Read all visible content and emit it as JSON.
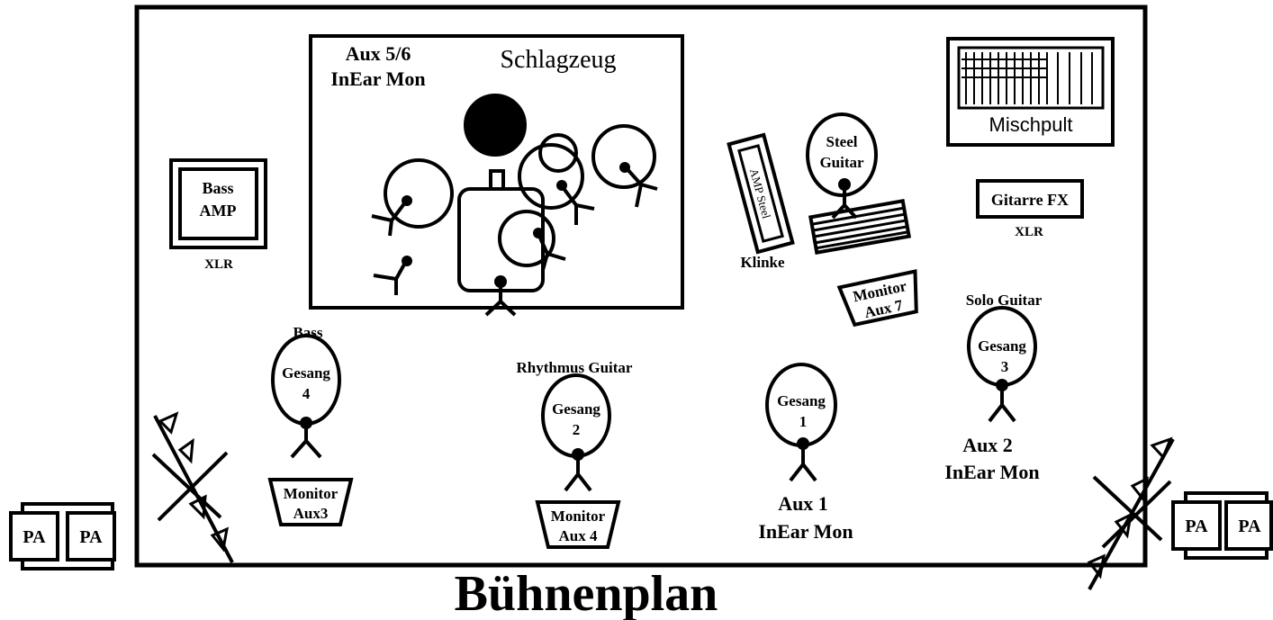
{
  "title": "Bühnenplan",
  "colors": {
    "ink": "#000000",
    "paper": "#ffffff"
  },
  "drums": {
    "title": "Schlagzeug",
    "monitor_line1": "Aux 5/6",
    "monitor_line2": "InEar Mon"
  },
  "bass_amp": {
    "line1": "Bass",
    "line2": "AMP",
    "connector": "XLR"
  },
  "amp_steel": {
    "label": "AMP Steel",
    "connector": "Klinke"
  },
  "steel_guitar": {
    "line1": "Steel",
    "line2": "Guitar"
  },
  "mixer": {
    "label": "Mischpult"
  },
  "guitar_fx": {
    "label": "Gitarre FX",
    "connector": "XLR"
  },
  "monitor_aux7": {
    "line1": "Monitor",
    "line2": "Aux 7"
  },
  "solo_guitar": {
    "role": "Solo Guitar",
    "line1": "Gesang",
    "line2": "3",
    "monitor_line1": "Aux 2",
    "monitor_line2": "InEar Mon"
  },
  "bass": {
    "role": "Bass",
    "line1": "Gesang",
    "line2": "4",
    "monitor_line1": "Monitor",
    "monitor_line2": "Aux3"
  },
  "rhythm_guitar": {
    "role": "Rhythmus Guitar",
    "line1": "Gesang",
    "line2": "2",
    "monitor_line1": "Monitor",
    "monitor_line2": "Aux 4"
  },
  "lead_vocal": {
    "line1": "Gesang",
    "line2": "1",
    "monitor_line1": "Aux 1",
    "monitor_line2": "InEar Mon"
  },
  "pa": {
    "label": "PA"
  }
}
